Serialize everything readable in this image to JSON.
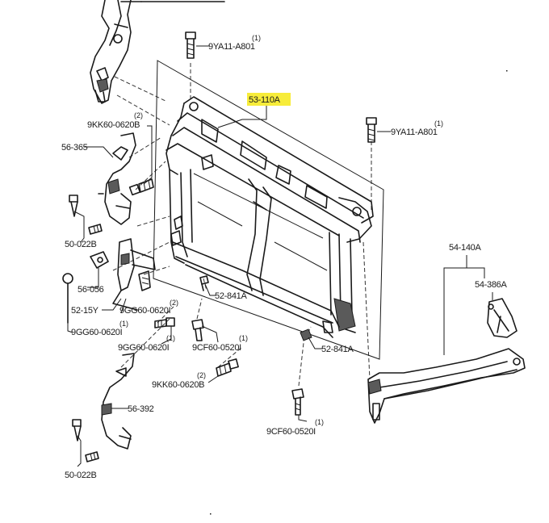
{
  "callouts": {
    "bolt_top": {
      "part": "9YA11-A801",
      "qty": "(1)"
    },
    "main_panel": {
      "part": "53-110A",
      "highlight": "#f7ec3a"
    },
    "bolt_right": {
      "part": "9YA11-A801",
      "qty": "(1)"
    },
    "bolt_upper_left": {
      "part": "9KK60-0620B",
      "qty": "(2)"
    },
    "bracket_upper_left": {
      "part": "56-365"
    },
    "clip_upper_left": {
      "part": "50-022B"
    },
    "bracket_small": {
      "part": "56-056"
    },
    "latch_bolt": {
      "part": "52-15Y"
    },
    "bolt_latch_a": {
      "part": "9GG60-0620I",
      "qty": "(2)"
    },
    "bolt_latch_b": {
      "part": "9GG60-0620I",
      "qty": "(1)"
    },
    "clip_center": {
      "part": "52-841A"
    },
    "bolt_mid_a": {
      "part": "9GG60-0620I",
      "qty": "(1)"
    },
    "bolt_mid_b": {
      "part": "9CF60-0520I",
      "qty": "(1)"
    },
    "clip_lower_right": {
      "part": "52-841A"
    },
    "bolt_lower": {
      "part": "9KK60-0620B",
      "qty": "(2)"
    },
    "bracket_lower_left": {
      "part": "56-392"
    },
    "clip_lower_left": {
      "part": "50-022B"
    },
    "bolt_bottom": {
      "part": "9CF60-0520I",
      "qty": "(1)"
    },
    "side_member": {
      "part": "54-140A"
    },
    "side_bracket": {
      "part": "54-386A"
    }
  }
}
